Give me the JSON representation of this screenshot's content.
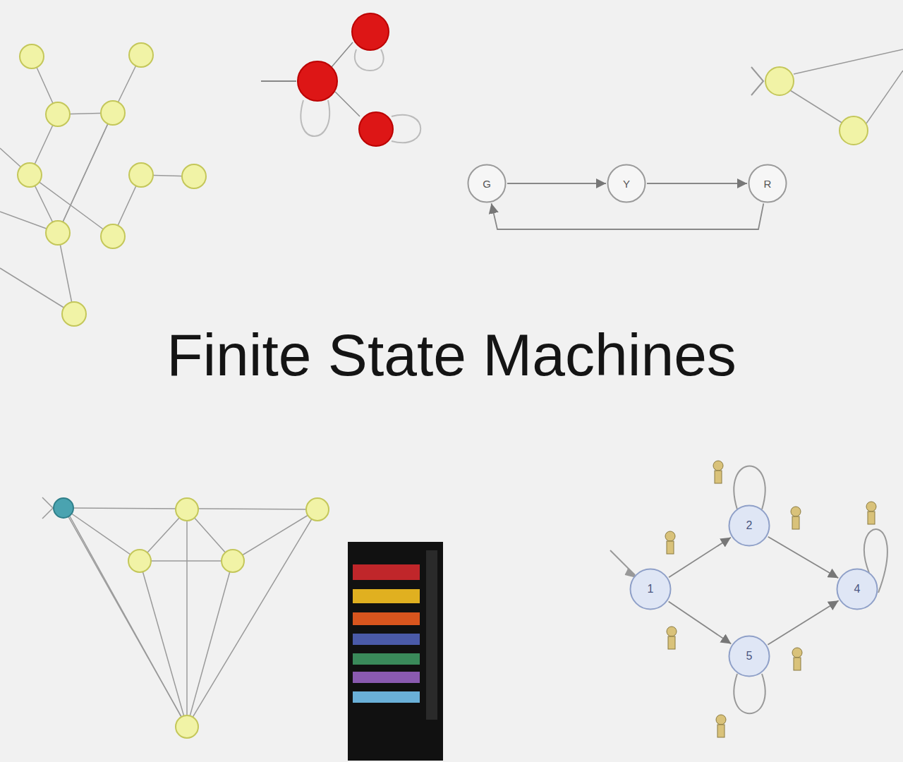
{
  "diagram": {
    "title": "Finite State Machines",
    "nodes": [
      {
        "text": [
          "G"
        ]
      },
      {
        "text": [
          "Y"
        ]
      },
      {
        "text": [
          "R"
        ]
      },
      {
        "text": [
          "1"
        ]
      },
      {
        "text": [
          "2"
        ]
      },
      {
        "text": [
          "4"
        ]
      },
      {
        "text": [
          "5"
        ]
      }
    ],
    "edges": [
      {
        "from": 0,
        "to": 1,
        "arrow": "to"
      },
      {
        "from": 1,
        "to": 2,
        "arrow": "to"
      },
      {
        "from": 2,
        "to": 0,
        "arrow": "to"
      },
      {
        "from": 3,
        "to": 4,
        "arrow": "to"
      },
      {
        "from": 4,
        "to": 5,
        "arrow": "to"
      },
      {
        "from": 3,
        "to": 6,
        "arrow": "to"
      },
      {
        "from": 6,
        "to": 5,
        "arrow": "to"
      }
    ]
  }
}
